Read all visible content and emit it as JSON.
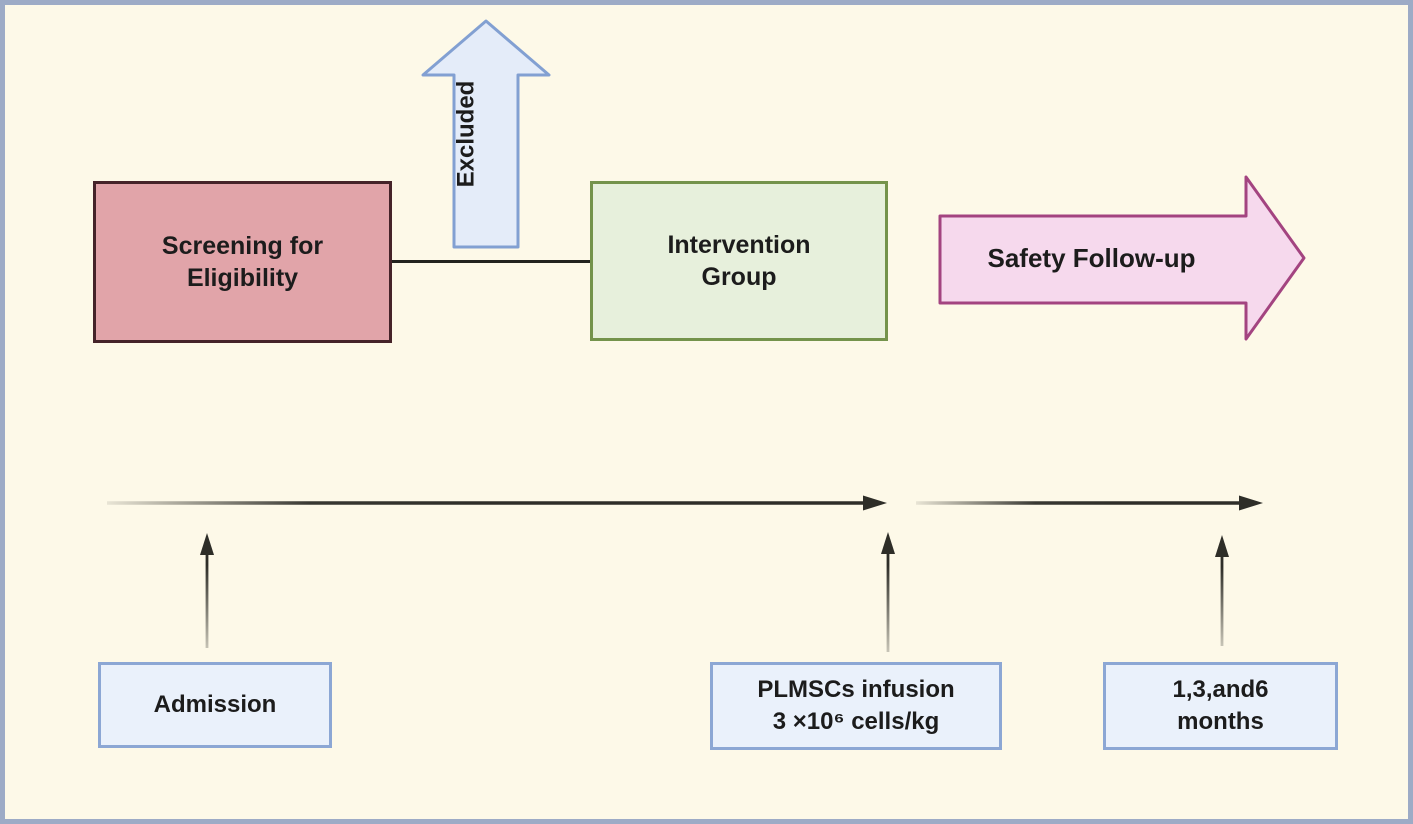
{
  "diagram": {
    "title": "Study design flow diagram",
    "background_color": "#fdf9e8",
    "frame_color": "#9dabc6",
    "line_color": "#2e2e28"
  },
  "boxes": {
    "screening": {
      "lines": [
        "Screening for",
        "Eligibility"
      ],
      "fill": "#e1a4a9",
      "border": "#452329"
    },
    "intervention": {
      "lines": [
        "Intervention",
        "Group"
      ],
      "fill": "#e7f0dc",
      "border": "#74934b"
    },
    "admission": {
      "label": "Admission",
      "fill": "#eaf1fb",
      "border": "#8ca7d4"
    },
    "plmscs": {
      "lines": [
        "PLMSCs infusion",
        "3 ×10⁶ cells/kg"
      ],
      "fill": "#eaf1fb",
      "border": "#8ca7d4"
    },
    "months": {
      "lines": [
        "1,3,and6",
        "months"
      ],
      "fill": "#eaf1fb",
      "border": "#8ca7d4"
    }
  },
  "arrows": {
    "excluded": {
      "label": "Excluded",
      "fill": "#e4ecf9",
      "border": "#82a0d2",
      "direction": "up"
    },
    "safety": {
      "label": "Safety Follow-up",
      "fill": "#f6d9ed",
      "border": "#a34480",
      "direction": "right"
    }
  }
}
